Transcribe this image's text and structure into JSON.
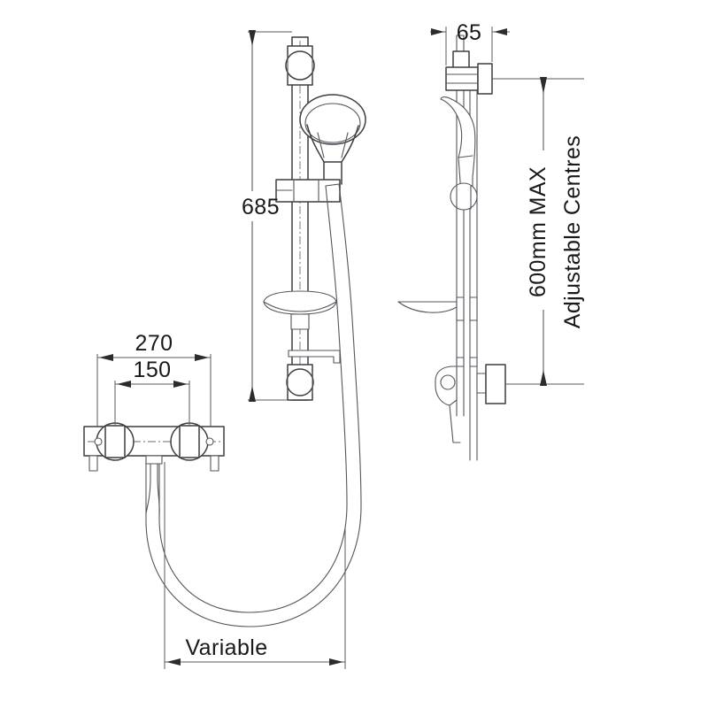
{
  "drawing": {
    "title": "Shower Rail Kit and Thermostatic Bar Mixer Technical Drawing",
    "background_color": "#ffffff",
    "line_color": "#3d3d42",
    "dimension_color": "#5b5b60",
    "text_color": "#19191c"
  },
  "dimensions": {
    "rail_height": "685",
    "bracket_projection": "65",
    "mixer_overall_width": "270",
    "mixer_centres": "150",
    "hose_length": "Variable",
    "adjustable_max": "600mm MAX",
    "adjustable_label": "Adjustable Centres"
  },
  "views": {
    "front": {
      "name": "Front elevation of riser rail with handset",
      "components": [
        "top-rail-bracket",
        "shower-handset-head",
        "handset-holder",
        "soap-dish",
        "lower-clip",
        "bottom-rail-bracket",
        "flexible-hose",
        "riser-rail"
      ]
    },
    "side": {
      "name": "Side elevation of riser rail with handset",
      "components": [
        "top-rail-bracket-side",
        "shower-handset-side",
        "soap-dish-side",
        "lower-clip-side",
        "bottom-rail-bracket-side",
        "riser-rail-side"
      ]
    },
    "mixer": {
      "name": "Front elevation of thermostatic bar mixer valve",
      "components": [
        "mixer-body",
        "left-handle-hub",
        "right-handle-hub",
        "left-inlet-leg",
        "right-inlet-leg",
        "outlet-connector",
        "flexible-hose-loop"
      ]
    }
  }
}
